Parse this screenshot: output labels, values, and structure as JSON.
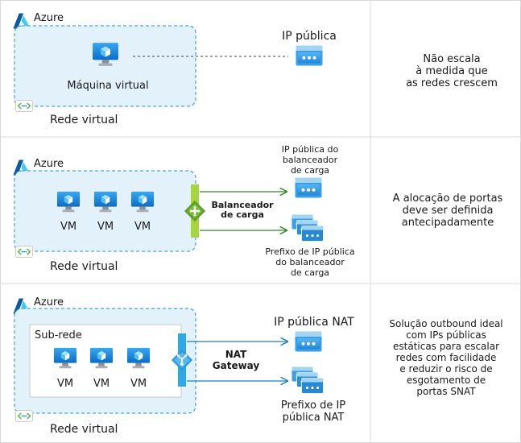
{
  "panel1": {
    "azure_label": "Azure",
    "vm_label": "Máquina virtual",
    "vnet_label": "Rede virtual",
    "ip_label": "IP pública",
    "note": [
      "Não escala",
      "à medida que",
      "as redes crescem"
    ]
  },
  "panel2": {
    "azure_label": "Azure",
    "vm_labels": [
      "VM",
      "VM",
      "VM"
    ],
    "lb_label": [
      "Balanceador",
      "de carga"
    ],
    "ip_label": [
      "IP pública do",
      "balanceador",
      "de carga"
    ],
    "prefix_label": [
      "Prefixo de IP pública",
      "do balanceador",
      "de carga"
    ],
    "vnet_label": "Rede virtual",
    "note": [
      "A alocação de portas",
      "deve ser definida",
      "antecipadamente"
    ]
  },
  "panel3": {
    "azure_label": "Azure",
    "subnet_label": "Sub-rede",
    "vm_labels": [
      "VM",
      "VM",
      "VM"
    ],
    "nat_label": [
      "NAT",
      "Gateway"
    ],
    "ip_label": "IP pública NAT",
    "prefix_label": [
      "Prefixo de IP",
      "pública NAT"
    ],
    "vnet_label": "Rede virtual",
    "note": [
      "Solução outbound ideal",
      "com IPs públicas",
      "estáticas para escalar",
      "redes com facilidade",
      "e reduzir o risco de",
      "esgotamento de",
      "portas SNAT"
    ]
  },
  "colors": {
    "vnet_fill": "#e3f1fb",
    "vnet_stroke": "#1d8ce0",
    "lb_arrow": "#2e8b1e",
    "nat_arrow": "#1f7fc1",
    "lb_bar": "#a6d63c",
    "nat_bar": "#2fa8e8"
  },
  "icons": {
    "azure": "azure-logo-icon",
    "vm": "virtual-machine-icon",
    "public_ip": "public-ip-icon",
    "ip_prefix": "public-ip-prefix-icon",
    "load_balancer": "load-balancer-icon",
    "nat_gateway": "nat-gateway-icon",
    "vnet": "virtual-network-icon"
  }
}
